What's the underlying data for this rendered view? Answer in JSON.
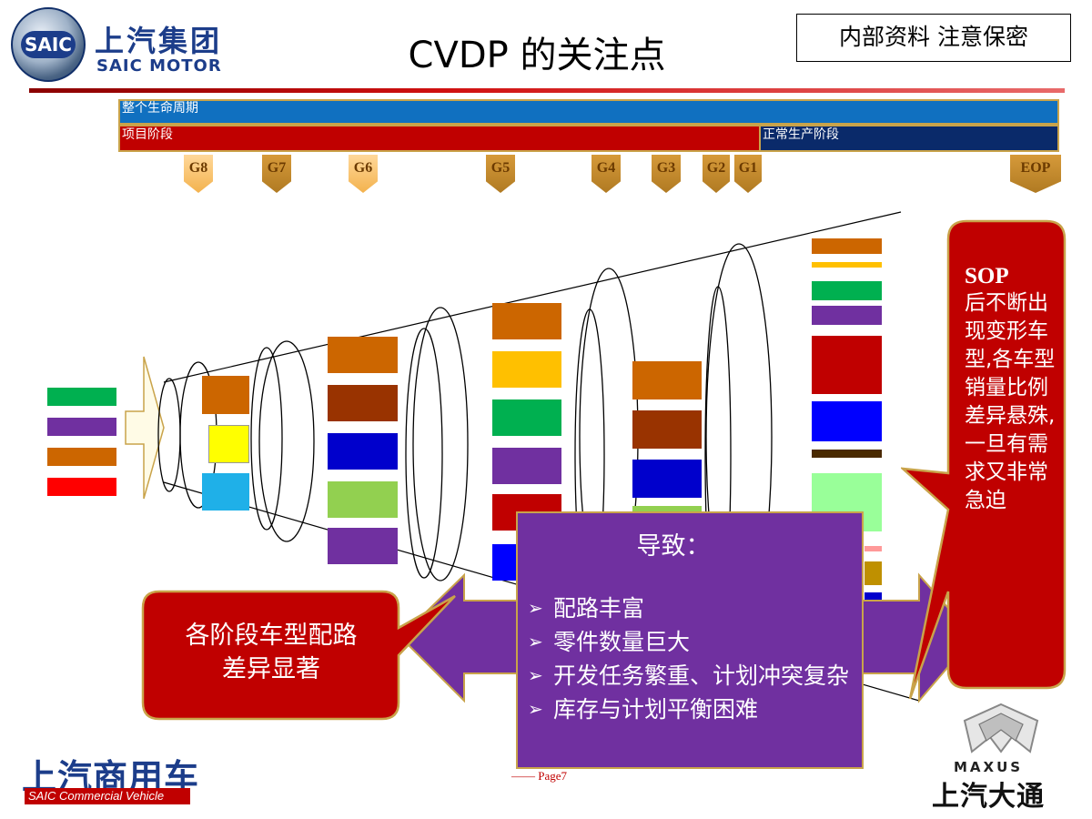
{
  "header": {
    "logo_cn": "上汽集团",
    "logo_en": "SAIC MOTOR",
    "logo_badge": "SAIC",
    "title": "CVDP 的关注点",
    "confidential": "内部资料 注意保密"
  },
  "timeline": {
    "lifecycle_label": "整个生命周期",
    "project_label": "项目阶段",
    "production_label": "正常生产阶段",
    "gates": [
      "G8",
      "G7",
      "G6",
      "G5",
      "G4",
      "G3",
      "G2",
      "G1",
      "EOP"
    ]
  },
  "colors": {
    "lifecycle_bar": "#1070c0",
    "project_bar": "#c00000",
    "production_bar": "#0a2a6a",
    "callout_red": "#c00000",
    "purple_box": "#7030a0",
    "border_gold": "#c9a34a"
  },
  "sop_callout": {
    "heading": "SOP",
    "body": "后不断出现变形车型,各车型销量比例差异悬殊,一旦有需求又非常急迫"
  },
  "left_callout": {
    "line1": "各阶段车型配路",
    "line2": "差异显著"
  },
  "result_box": {
    "title": "导致：",
    "bullet_icon": "arrow-bullet-icon",
    "items": [
      "配路丰富",
      "零件数量巨大",
      "开发任务繁重、计划冲突复杂",
      "库存与计划平衡困难"
    ]
  },
  "footer": {
    "page": "—— Page7",
    "scv_cn": "上汽商用车",
    "scv_en": "SAIC Commercial Vehicle",
    "maxus_en": "MAXUS",
    "maxus_cn": "上汽大通"
  }
}
